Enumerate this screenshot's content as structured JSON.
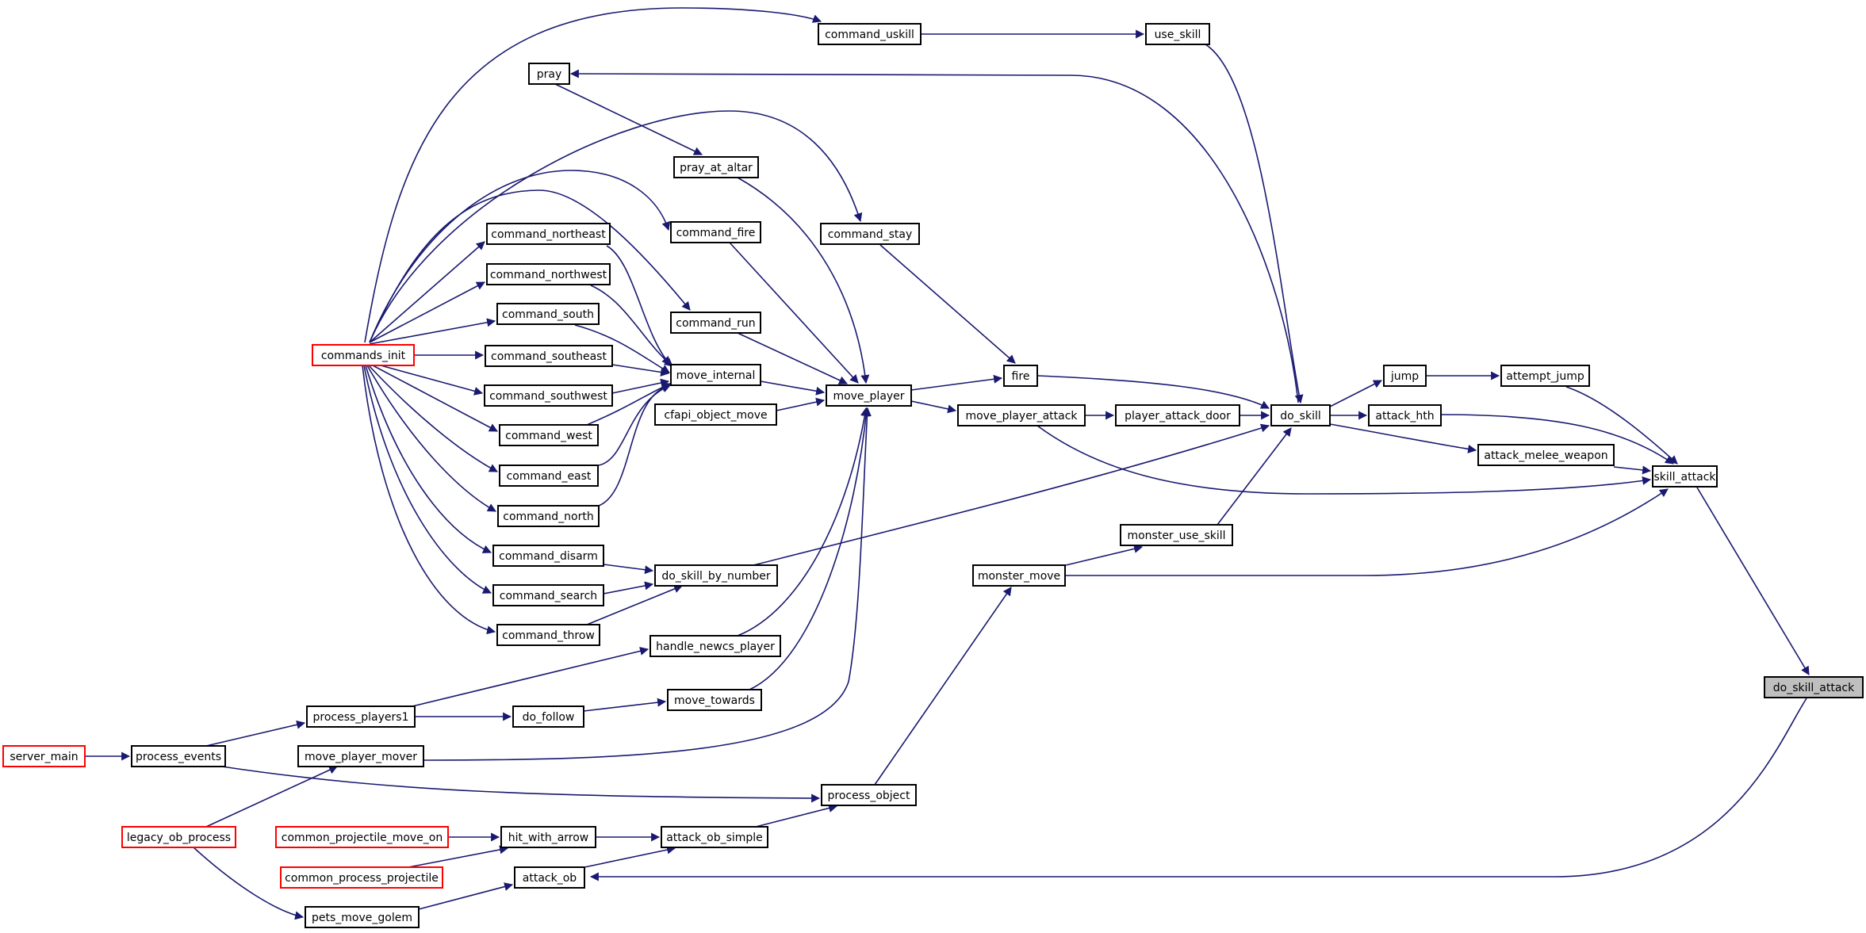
{
  "colors": {
    "edge": "#191970",
    "node_border": "#000000",
    "node_border_incomplete": "#ff0000",
    "node_fill": "#ffffff",
    "highlight_fill": "#bfbfbf"
  },
  "graph": {
    "nodes": [
      {
        "id": "do_skill_attack",
        "label": "do_skill_attack",
        "highlight": true
      },
      {
        "id": "skill_attack",
        "label": "skill_attack"
      },
      {
        "id": "attack_ob",
        "label": "attack_ob"
      },
      {
        "id": "attempt_jump",
        "label": "attempt_jump"
      },
      {
        "id": "attack_hth",
        "label": "attack_hth"
      },
      {
        "id": "attack_melee_weapon",
        "label": "attack_melee_weapon"
      },
      {
        "id": "jump",
        "label": "jump"
      },
      {
        "id": "do_skill",
        "label": "do_skill"
      },
      {
        "id": "use_skill",
        "label": "use_skill"
      },
      {
        "id": "command_uskill",
        "label": "command_uskill"
      },
      {
        "id": "pray",
        "label": "pray"
      },
      {
        "id": "pray_at_altar",
        "label": "pray_at_altar"
      },
      {
        "id": "fire",
        "label": "fire"
      },
      {
        "id": "command_stay",
        "label": "command_stay"
      },
      {
        "id": "move_player",
        "label": "move_player"
      },
      {
        "id": "move_player_attack",
        "label": "move_player_attack"
      },
      {
        "id": "player_attack_door",
        "label": "player_attack_door"
      },
      {
        "id": "monster_use_skill",
        "label": "monster_use_skill"
      },
      {
        "id": "monster_move",
        "label": "monster_move"
      },
      {
        "id": "process_object",
        "label": "process_object"
      },
      {
        "id": "do_skill_by_number",
        "label": "do_skill_by_number"
      },
      {
        "id": "command_fire",
        "label": "command_fire"
      },
      {
        "id": "command_run",
        "label": "command_run"
      },
      {
        "id": "move_internal",
        "label": "move_internal"
      },
      {
        "id": "cfapi_object_move",
        "label": "cfapi_object_move"
      },
      {
        "id": "handle_newcs_player",
        "label": "handle_newcs_player"
      },
      {
        "id": "move_towards",
        "label": "move_towards"
      },
      {
        "id": "command_northeast",
        "label": "command_northeast"
      },
      {
        "id": "command_northwest",
        "label": "command_northwest"
      },
      {
        "id": "command_south",
        "label": "command_south"
      },
      {
        "id": "command_southeast",
        "label": "command_southeast"
      },
      {
        "id": "command_southwest",
        "label": "command_southwest"
      },
      {
        "id": "command_west",
        "label": "command_west"
      },
      {
        "id": "command_east",
        "label": "command_east"
      },
      {
        "id": "command_north",
        "label": "command_north"
      },
      {
        "id": "command_disarm",
        "label": "command_disarm"
      },
      {
        "id": "command_search",
        "label": "command_search"
      },
      {
        "id": "command_throw",
        "label": "command_throw"
      },
      {
        "id": "commands_init",
        "label": "commands_init",
        "incomplete": true
      },
      {
        "id": "process_players1",
        "label": "process_players1"
      },
      {
        "id": "do_follow",
        "label": "do_follow"
      },
      {
        "id": "process_events",
        "label": "process_events"
      },
      {
        "id": "server_main",
        "label": "server_main",
        "incomplete": true
      },
      {
        "id": "move_player_mover",
        "label": "move_player_mover"
      },
      {
        "id": "legacy_ob_process",
        "label": "legacy_ob_process",
        "incomplete": true
      },
      {
        "id": "pets_move_golem",
        "label": "pets_move_golem"
      },
      {
        "id": "attack_ob_simple",
        "label": "attack_ob_simple"
      },
      {
        "id": "hit_with_arrow",
        "label": "hit_with_arrow"
      },
      {
        "id": "common_projectile_move_on",
        "label": "common_projectile_move_on",
        "incomplete": true
      },
      {
        "id": "common_process_projectile",
        "label": "common_process_projectile",
        "incomplete": true
      }
    ],
    "edges": [
      {
        "from": "skill_attack",
        "to": "do_skill_attack"
      },
      {
        "from": "do_skill_attack",
        "to": "attack_ob"
      },
      {
        "from": "attempt_jump",
        "to": "skill_attack"
      },
      {
        "from": "attack_hth",
        "to": "skill_attack"
      },
      {
        "from": "attack_melee_weapon",
        "to": "skill_attack"
      },
      {
        "from": "move_player_attack",
        "to": "skill_attack"
      },
      {
        "from": "monster_move",
        "to": "skill_attack"
      },
      {
        "from": "jump",
        "to": "attempt_jump"
      },
      {
        "from": "do_skill",
        "to": "jump"
      },
      {
        "from": "do_skill",
        "to": "attack_hth"
      },
      {
        "from": "do_skill",
        "to": "attack_melee_weapon"
      },
      {
        "from": "use_skill",
        "to": "do_skill"
      },
      {
        "from": "command_uskill",
        "to": "use_skill"
      },
      {
        "from": "commands_init",
        "to": "command_uskill"
      },
      {
        "from": "do_skill",
        "to": "pray"
      },
      {
        "from": "pray",
        "to": "pray_at_altar"
      },
      {
        "from": "fire",
        "to": "do_skill"
      },
      {
        "from": "command_stay",
        "to": "fire"
      },
      {
        "from": "move_player",
        "to": "fire"
      },
      {
        "from": "move_player",
        "to": "move_player_attack"
      },
      {
        "from": "move_player_attack",
        "to": "player_attack_door"
      },
      {
        "from": "player_attack_door",
        "to": "do_skill"
      },
      {
        "from": "monster_use_skill",
        "to": "do_skill"
      },
      {
        "from": "monster_move",
        "to": "monster_use_skill"
      },
      {
        "from": "process_object",
        "to": "monster_move"
      },
      {
        "from": "do_skill_by_number",
        "to": "do_skill"
      },
      {
        "from": "pray_at_altar",
        "to": "move_player"
      },
      {
        "from": "command_fire",
        "to": "move_player"
      },
      {
        "from": "command_run",
        "to": "move_player"
      },
      {
        "from": "move_internal",
        "to": "move_player"
      },
      {
        "from": "cfapi_object_move",
        "to": "move_player"
      },
      {
        "from": "handle_newcs_player",
        "to": "move_player"
      },
      {
        "from": "move_towards",
        "to": "move_player"
      },
      {
        "from": "move_player_mover",
        "to": "move_player"
      },
      {
        "from": "commands_init",
        "to": "command_stay"
      },
      {
        "from": "commands_init",
        "to": "command_fire"
      },
      {
        "from": "commands_init",
        "to": "command_run"
      },
      {
        "from": "commands_init",
        "to": "command_northeast"
      },
      {
        "from": "commands_init",
        "to": "command_northwest"
      },
      {
        "from": "commands_init",
        "to": "command_south"
      },
      {
        "from": "commands_init",
        "to": "command_southeast"
      },
      {
        "from": "commands_init",
        "to": "command_southwest"
      },
      {
        "from": "commands_init",
        "to": "command_west"
      },
      {
        "from": "commands_init",
        "to": "command_east"
      },
      {
        "from": "commands_init",
        "to": "command_north"
      },
      {
        "from": "commands_init",
        "to": "command_disarm"
      },
      {
        "from": "commands_init",
        "to": "command_search"
      },
      {
        "from": "commands_init",
        "to": "command_throw"
      },
      {
        "from": "command_northeast",
        "to": "move_internal"
      },
      {
        "from": "command_northwest",
        "to": "move_internal"
      },
      {
        "from": "command_south",
        "to": "move_internal"
      },
      {
        "from": "command_southeast",
        "to": "move_internal"
      },
      {
        "from": "command_southwest",
        "to": "move_internal"
      },
      {
        "from": "command_west",
        "to": "move_internal"
      },
      {
        "from": "command_east",
        "to": "move_internal"
      },
      {
        "from": "command_north",
        "to": "move_internal"
      },
      {
        "from": "command_disarm",
        "to": "do_skill_by_number"
      },
      {
        "from": "command_search",
        "to": "do_skill_by_number"
      },
      {
        "from": "command_throw",
        "to": "do_skill_by_number"
      },
      {
        "from": "process_players1",
        "to": "handle_newcs_player"
      },
      {
        "from": "process_players1",
        "to": "do_follow"
      },
      {
        "from": "do_follow",
        "to": "move_towards"
      },
      {
        "from": "process_events",
        "to": "process_players1"
      },
      {
        "from": "process_events",
        "to": "process_object"
      },
      {
        "from": "server_main",
        "to": "process_events"
      },
      {
        "from": "legacy_ob_process",
        "to": "move_player_mover"
      },
      {
        "from": "legacy_ob_process",
        "to": "pets_move_golem"
      },
      {
        "from": "pets_move_golem",
        "to": "attack_ob"
      },
      {
        "from": "attack_ob",
        "to": "attack_ob_simple"
      },
      {
        "from": "attack_ob_simple",
        "to": "process_object"
      },
      {
        "from": "hit_with_arrow",
        "to": "attack_ob_simple"
      },
      {
        "from": "common_projectile_move_on",
        "to": "hit_with_arrow"
      },
      {
        "from": "common_process_projectile",
        "to": "hit_with_arrow"
      }
    ]
  }
}
